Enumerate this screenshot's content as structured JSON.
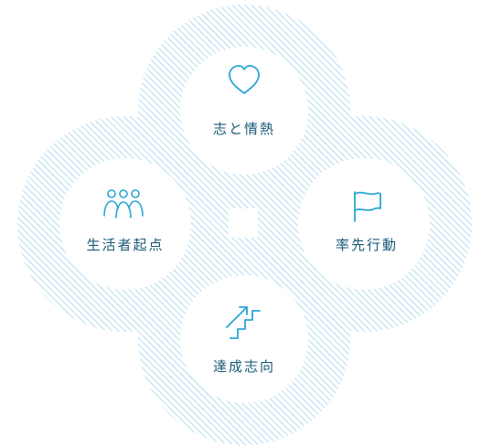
{
  "colors": {
    "accent": "#2aa6d6",
    "stripe": "#bfe2f1",
    "stripe_light": "#d9eef8",
    "background": "#ffffff",
    "text": "#1a5a78"
  },
  "values": [
    {
      "id": "top",
      "label": "志と情熱",
      "icon": "heart-icon"
    },
    {
      "id": "left",
      "label": "生活者起点",
      "icon": "people-group-icon"
    },
    {
      "id": "right",
      "label": "率先行動",
      "icon": "flag-icon"
    },
    {
      "id": "bottom",
      "label": "達成志向",
      "icon": "stairs-arrow-icon"
    }
  ]
}
